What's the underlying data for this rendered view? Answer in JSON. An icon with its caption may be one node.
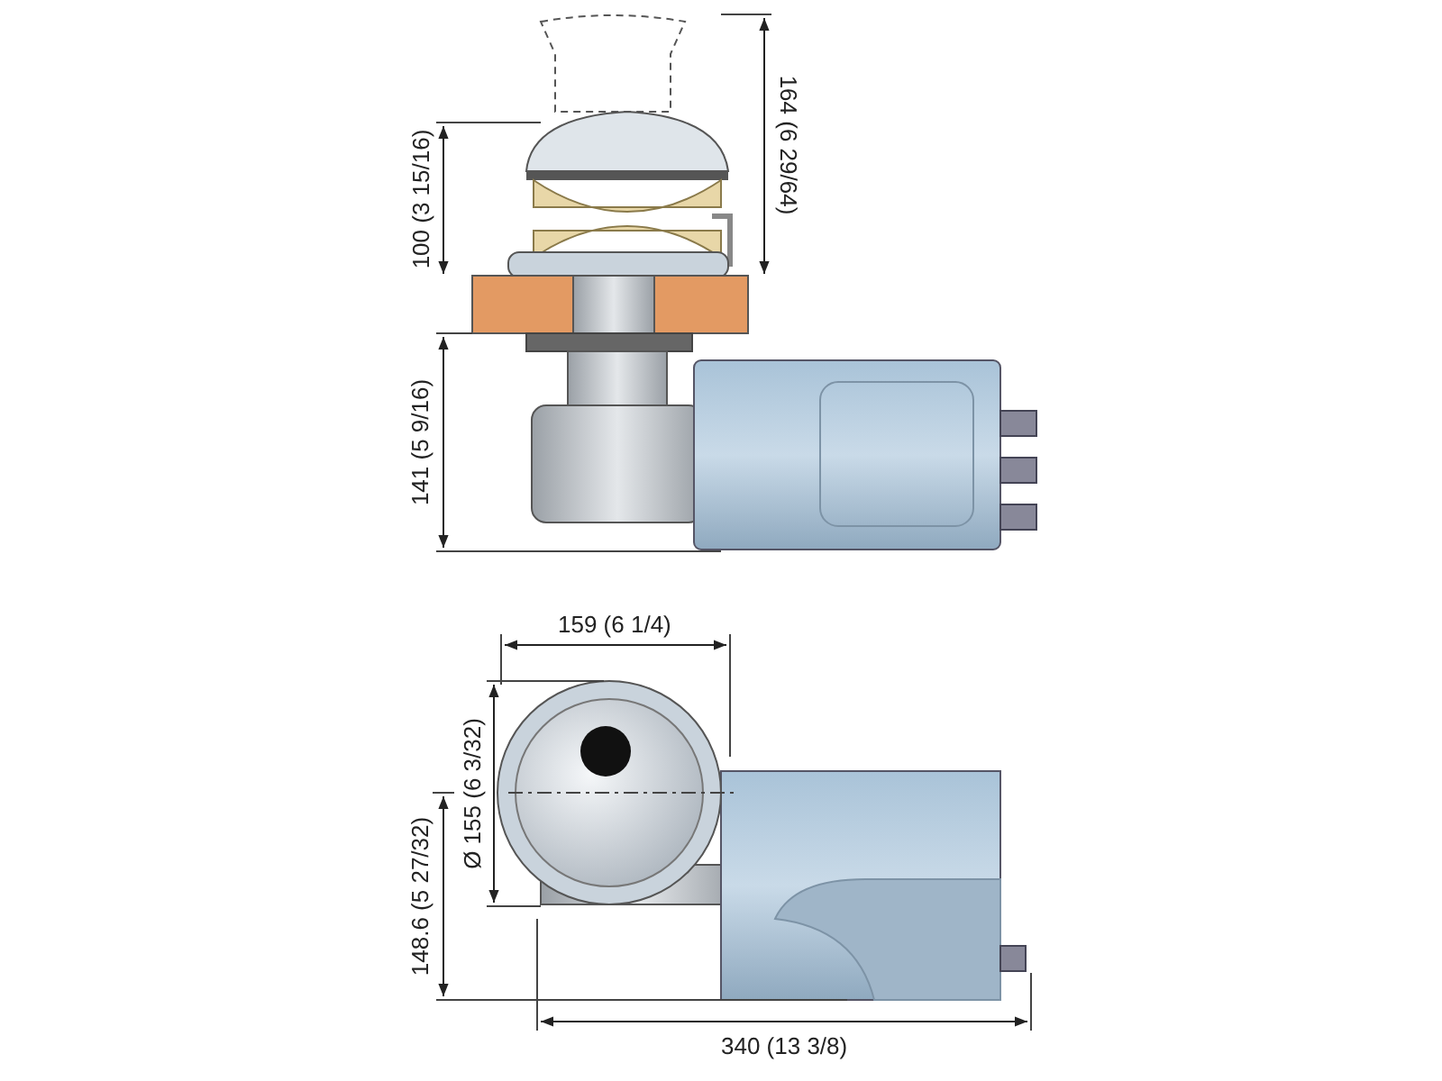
{
  "diagram": {
    "labels": [
      "164 (6 29/64)",
      "100 (3 15/16)",
      "141 (5 9/16)",
      "159 (6 1/4)",
      "Ø 155 (6 3/32)",
      "148.6 (5 27/32)",
      "340 (13 3/8)"
    ]
  }
}
